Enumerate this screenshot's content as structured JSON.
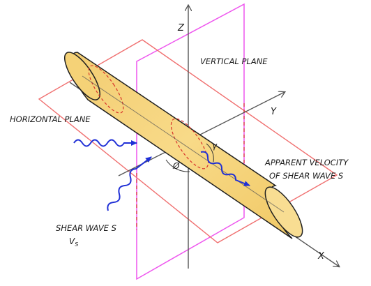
{
  "labels": {
    "z_axis": "Z",
    "y_axis": "Y",
    "x_axis": "X",
    "vertical_plane": "VERTICAL PLANE",
    "horizontal_plane": "HORIZONTAL PLANE",
    "apparent_velocity_line1": "APPARENT VELOCITY",
    "apparent_velocity_line2": "OF SHEAR WAVE S",
    "shear_wave": "SHEAR WAVE S",
    "vs_main": "V",
    "vs_sub": "S",
    "phi": "Ø",
    "gamma": "γ"
  },
  "colors": {
    "pipe_fill": "#f7d57f",
    "pipe_stroke": "#1f1f1f",
    "pipe_dash": "#d8332b",
    "horizontal_plane": "#f07070",
    "vertical_plane": "#ee55ee",
    "wave": "#1f2fd6",
    "axis": "#555555"
  }
}
